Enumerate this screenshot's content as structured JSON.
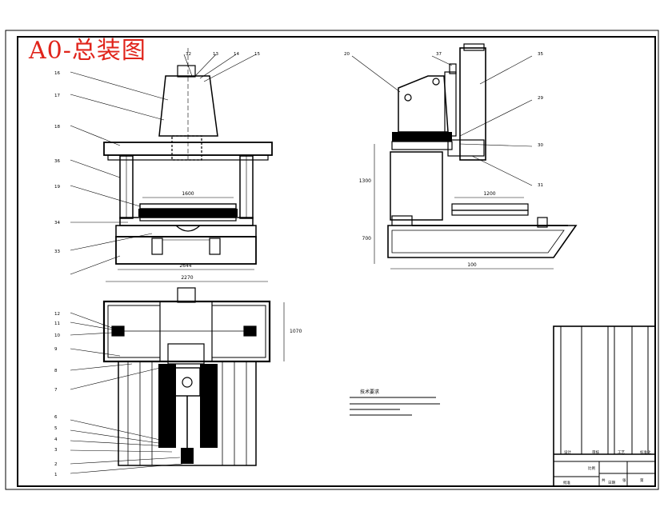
{
  "title": "A0-总装图",
  "front_view": {
    "width_dim": "1600",
    "base_dim": "2644",
    "balloons": [
      "32",
      "13",
      "14",
      "15",
      "16",
      "17",
      "18",
      "36",
      "19",
      "34",
      "33"
    ]
  },
  "side_view": {
    "height_dim": "1300",
    "table_dim": "1200",
    "base_height_dim": "700",
    "depth_dim": "100",
    "balloons": [
      "20",
      "37",
      "35",
      "29",
      "30",
      "31"
    ]
  },
  "top_view": {
    "width_dim": "2270",
    "height_dim": "1070",
    "balloons": [
      "12",
      "11",
      "10",
      "9",
      "8",
      "7",
      "6",
      "5",
      "4",
      "3",
      "2",
      "1"
    ]
  },
  "notes_title": "技术要求",
  "title_block": {
    "labels": [
      "设计",
      "审核",
      "工艺",
      "标准化",
      "批准",
      "日期",
      "比例",
      "共",
      "张",
      "第"
    ]
  },
  "colors": {
    "title": "#e0241b",
    "line": "#000000"
  }
}
